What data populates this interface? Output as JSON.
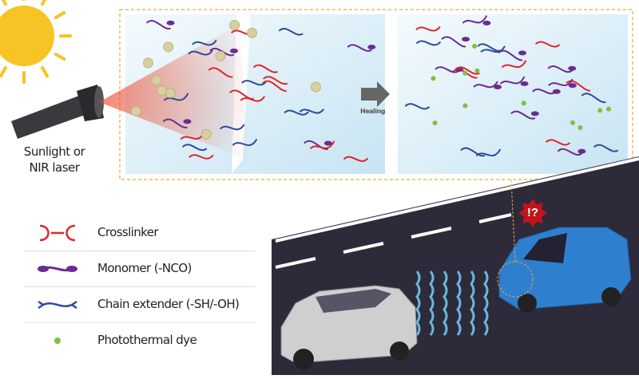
{
  "source_label": [
    "Sunlight or",
    "NIR laser"
  ],
  "arrow_label": "Healing",
  "alert_label": "!?",
  "legend": [
    {
      "label": "Crosslinker",
      "color": "#e0262b"
    },
    {
      "label": "Monomer (-NCO)",
      "color": "#6a2c91"
    },
    {
      "label": "Chain extender (-SH/-OH)",
      "color": "#2a4d9b"
    },
    {
      "label": "Photothermal dye",
      "color": "#7cc242"
    }
  ],
  "colors": {
    "sun": "#f7c325",
    "panel": "#d6ecf7",
    "frame": "#f0a830",
    "road": "#2d2b3a",
    "car_front": "#2f7fcf",
    "car_rear": "#c8c8c8",
    "wave": "#6fc7ef",
    "laser": "#e8452a"
  }
}
